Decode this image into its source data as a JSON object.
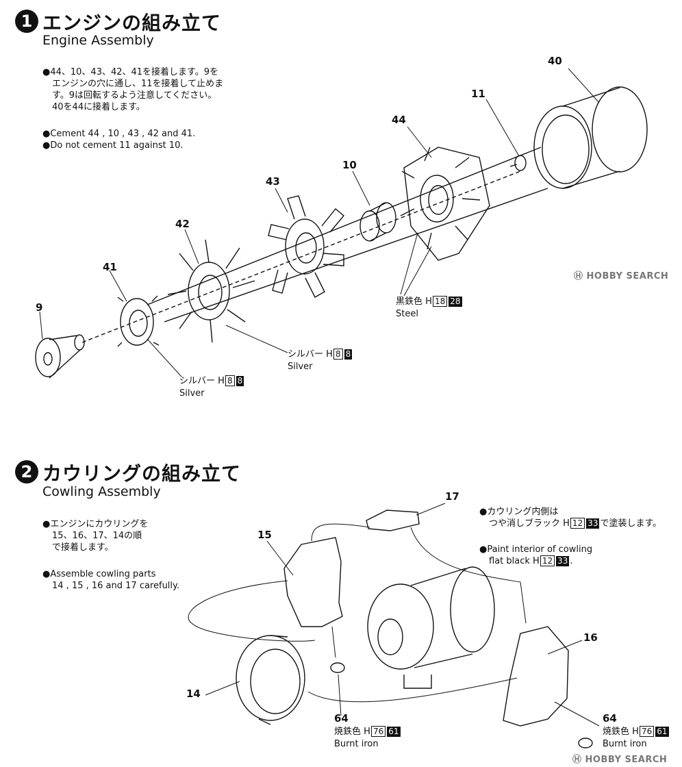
{
  "step1": {
    "number": "1",
    "title_jp": "エンジンの組み立て",
    "title_en": "Engine Assembly",
    "notes_jp": [
      "●44、10、43、42、41を接着します。9を",
      "エンジンの穴に通し、11を接着して止めま",
      "す。9は回転するよう注意してください。",
      "40を44に接着します。"
    ],
    "notes_en": [
      "●Cement  44 , 10 , 43 , 42  and  41.",
      "●Do  not  cement  11  against  10."
    ],
    "parts": [
      "40",
      "11",
      "44",
      "10",
      "43",
      "42",
      "41",
      "9"
    ],
    "paint_steel": {
      "jp": "黒鉄色",
      "h": "H",
      "code1": "18",
      "code2": "28",
      "en": "Steel"
    },
    "paint_silver1": {
      "jp": "シルバー",
      "h": "H",
      "code1": "8",
      "code2": "8",
      "en": "Silver"
    },
    "paint_silver2": {
      "jp": "シルバー",
      "h": "H",
      "code1": "8",
      "code2": "8",
      "en": "Silver"
    }
  },
  "step2": {
    "number": "2",
    "title_jp": "カウリングの組み立て",
    "title_en": "Cowling Assembly",
    "notes_jp": [
      "●エンジンにカウリングを",
      "15、16、17、14の順",
      "で接着します。"
    ],
    "notes_en": [
      "●Assemble  cowling  parts",
      "14 , 15 , 16  and  17  carefully."
    ],
    "interior_jp_1": "●カウリング内側は",
    "interior_jp_2a": "つや消しブラック H",
    "interior_jp_2b": "で塗装します。",
    "interior_code1": "12",
    "interior_code2": "33",
    "interior_en_1": "●Paint  interior  of  cowling",
    "interior_en_2a": "flat  black  H",
    "interior_en_2b": ".",
    "parts": [
      "17",
      "15",
      "16",
      "14",
      "64",
      "64"
    ],
    "paint_burnt1": {
      "jp": "焼鉄色",
      "h": "H",
      "code1": "76",
      "code2": "61",
      "en": "Burnt  iron"
    },
    "paint_burnt2": {
      "jp": "焼鉄色",
      "h": "H",
      "code1": "76",
      "code2": "61",
      "en": "Burnt  iron"
    }
  },
  "watermark": "HOBBY SEARCH"
}
